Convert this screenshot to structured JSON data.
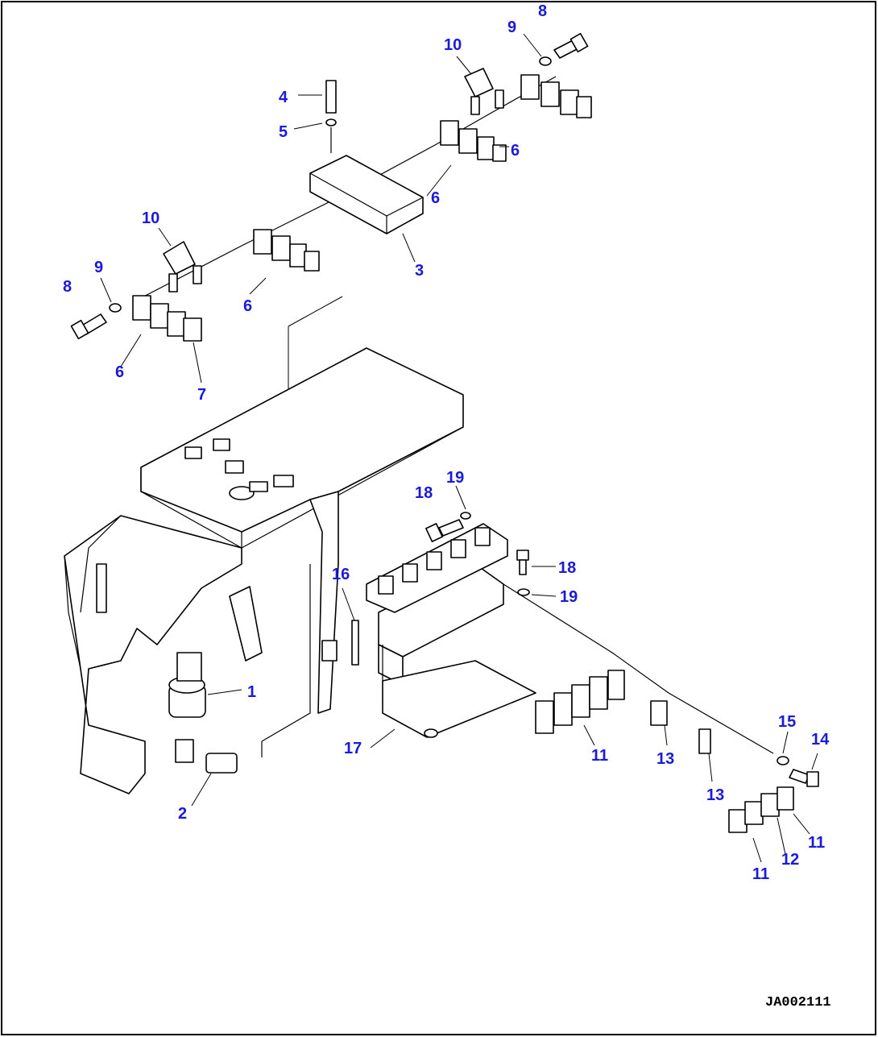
{
  "diagram": {
    "drawing_id": "JA002111",
    "callout_color": "#1a1adb",
    "callouts": [
      "8",
      "9",
      "10",
      "4",
      "5",
      "6",
      "6",
      "3",
      "10",
      "9",
      "8",
      "6",
      "6",
      "7",
      "19",
      "18",
      "18",
      "19",
      "16",
      "1",
      "2",
      "17",
      "11",
      "13",
      "13",
      "15",
      "14",
      "11",
      "12",
      "11"
    ]
  }
}
